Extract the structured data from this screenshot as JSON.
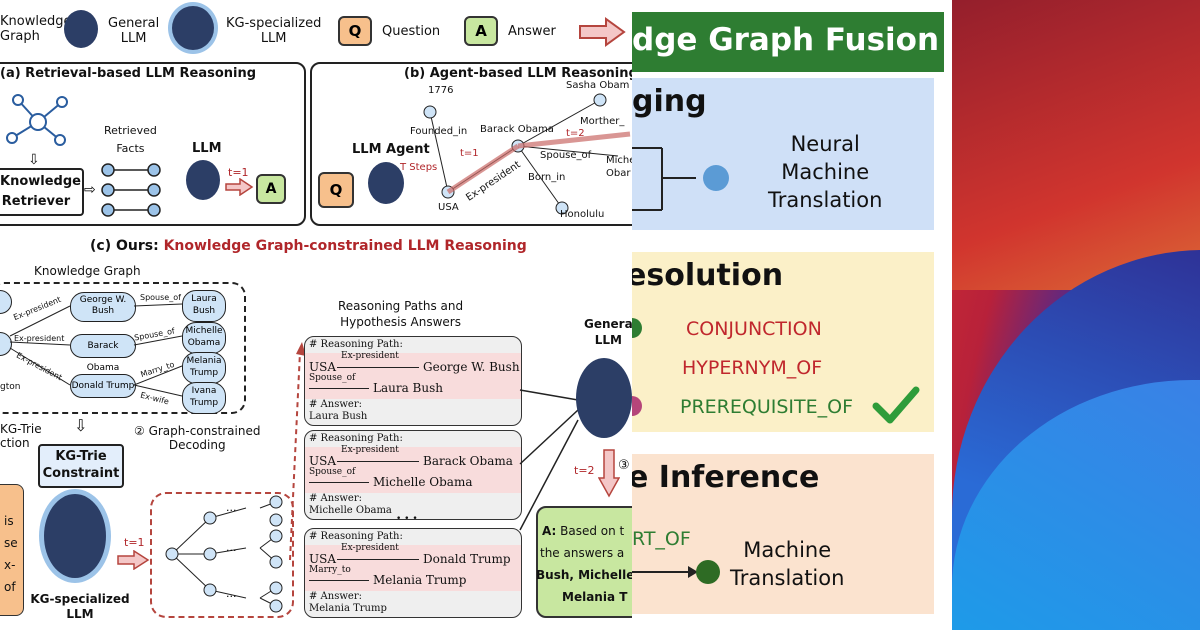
{
  "legend": {
    "kg": "Knowledge\nGraph",
    "general_llm": "General\nLLM",
    "kg_llm": "KG-specialized\nLLM",
    "q": "Q",
    "question": "Question",
    "a": "A",
    "answer": "Answer"
  },
  "panel_a": {
    "title": "(a) Retrieval-based LLM Reasoning",
    "retrieved": "Retrieved\nFacts",
    "llm": "LLM",
    "t1": "t=1",
    "retriever": "Knowledge\nRetriever",
    "a": "A"
  },
  "panel_b": {
    "title": "(b) Agent-based LLM Reasoning",
    "agent": "LLM Agent",
    "steps": "T Steps",
    "q": "Q",
    "n1776": "1776",
    "founded": "Founded_in",
    "barack": "Barack Obama",
    "t2": "t=2",
    "t1": "t=1",
    "spouse": "Spouse_of",
    "usa": "USA",
    "expres": "Ex-president",
    "born": "Born_in",
    "honolulu": "Honolulu",
    "sasha": "Sasha Obam",
    "mother": "Morther_",
    "michelle": "Miche\nObar"
  },
  "panel_c": {
    "title_prefix": "(c) Ours: ",
    "title_red": "Knowledge Graph-constrained LLM Reasoning",
    "kg_label": "Knowledge Graph",
    "nodes": {
      "george": "George W.\nBush",
      "laura": "Laura\nBush",
      "barack": "Barack Obama",
      "michelle": "Michelle\nObama",
      "donald": "Donald Trump",
      "melania": "Melania\nTrump",
      "ivana": "Ivana\nTrump",
      "gton": "gton"
    },
    "edges": {
      "ex1": "Ex-president",
      "ex2": "Ex-president",
      "ex3": "Ex-president",
      "sp1": "Spouse_of",
      "sp2": "Spouse_of",
      "marry": "Marry_to",
      "exwife": "Ex-wife"
    },
    "trie_left": "KG-Trie\nction",
    "trie_box": "KG-Trie\nConstraint",
    "gcd": "② Graph-constrained\nDecoding",
    "kg_llm": "KG-specialized\nLLM",
    "left_partial": "is\nse\nx-\nof",
    "t1": "t=1",
    "rp_title": "Reasoning Paths and\nHypothesis Answers",
    "paths": [
      {
        "head": "# Reasoning Path:",
        "r1": "Ex-president",
        "e1": "George W. Bush",
        "r2": "Spouse_of",
        "e2": "Laura Bush",
        "ans_head": "# Answer:",
        "ans": "Laura Bush"
      },
      {
        "head": "# Reasoning Path:",
        "r1": "Ex-president",
        "e1": "Barack Obama",
        "r2": "Spouse_of",
        "e2": "Michelle Obama",
        "ans_head": "# Answer:",
        "ans": "Michelle Obama"
      },
      {
        "head": "# Reasoning Path:",
        "r1": "Ex-president",
        "e1": "Donald Trump",
        "r2": "Marry_to",
        "e2": "Melania Trump",
        "ans_head": "# Answer:",
        "ans": "Melania Trump"
      }
    ],
    "usa": "USA",
    "dots": "• • •",
    "general_llm": "Genera\nLLM",
    "t2": "t=2",
    "step3": "③",
    "answer_a": "A:",
    "answer_text1": "Based on t",
    "answer_text2": "the answers a",
    "answer_text3": "Bush, Michelle",
    "answer_text4": "Melania T"
  },
  "mid": {
    "header": "dge Graph Fusion",
    "s1_title": "ging",
    "s1_text": "Neural\nMachine\nTranslation",
    "s2_title": "esolution",
    "s2_items": [
      "CONJUNCTION",
      "HYPERNYM_OF",
      "PREREQUISITE_OF"
    ],
    "s3_title": "e Inference",
    "s3_rel": "RT_OF",
    "s3_text": "Machine\nTranslation",
    "colors": {
      "header": "#2e7d32",
      "s1": "#cfe0f7",
      "s2": "#fbf0c8",
      "s3": "#fbe3cf"
    }
  }
}
